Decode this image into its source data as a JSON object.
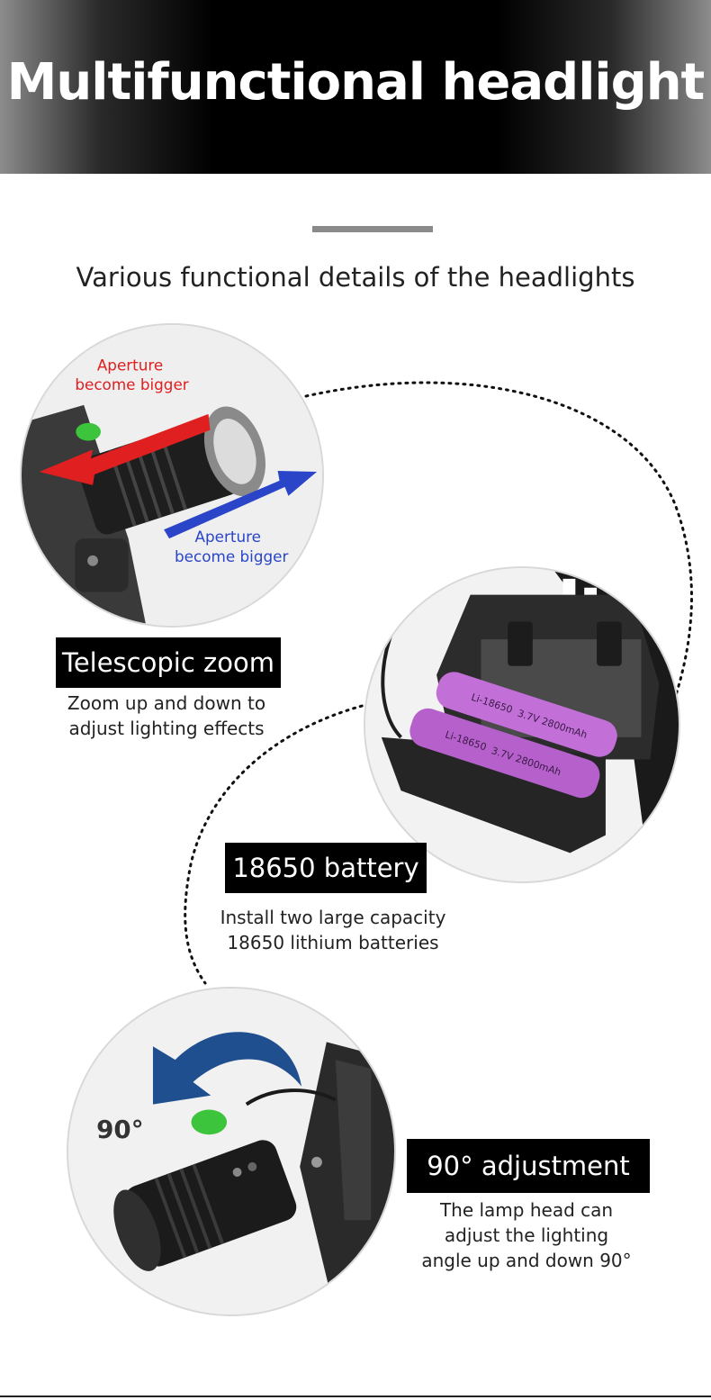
{
  "header": {
    "title": "Multifunctional headlight"
  },
  "intro": {
    "subtitle": "Various functional details of the headlights"
  },
  "features": [
    {
      "label": "Telescopic zoom",
      "description_lines": [
        "Zoom up and down to",
        "adjust lighting effects"
      ],
      "image_annotations": [
        "Aperture",
        "become bigger",
        "Aperture",
        "become bigger"
      ]
    },
    {
      "label": "18650 battery",
      "description_lines": [
        "Install two large capacity",
        "18650 lithium batteries"
      ],
      "battery_print": [
        "Li-18650",
        "3.7V 2800mAh"
      ]
    },
    {
      "label": "90° adjustment",
      "description_lines": [
        "The lamp head can",
        "adjust the lighting",
        "angle up and down 90°"
      ],
      "image_annotation": "90°"
    }
  ],
  "colors": {
    "annotation_red": "#e02020",
    "annotation_blue": "#2a45c8",
    "rotate_arrow": "#1f4f8f",
    "battery_purple": "#c270d8"
  }
}
